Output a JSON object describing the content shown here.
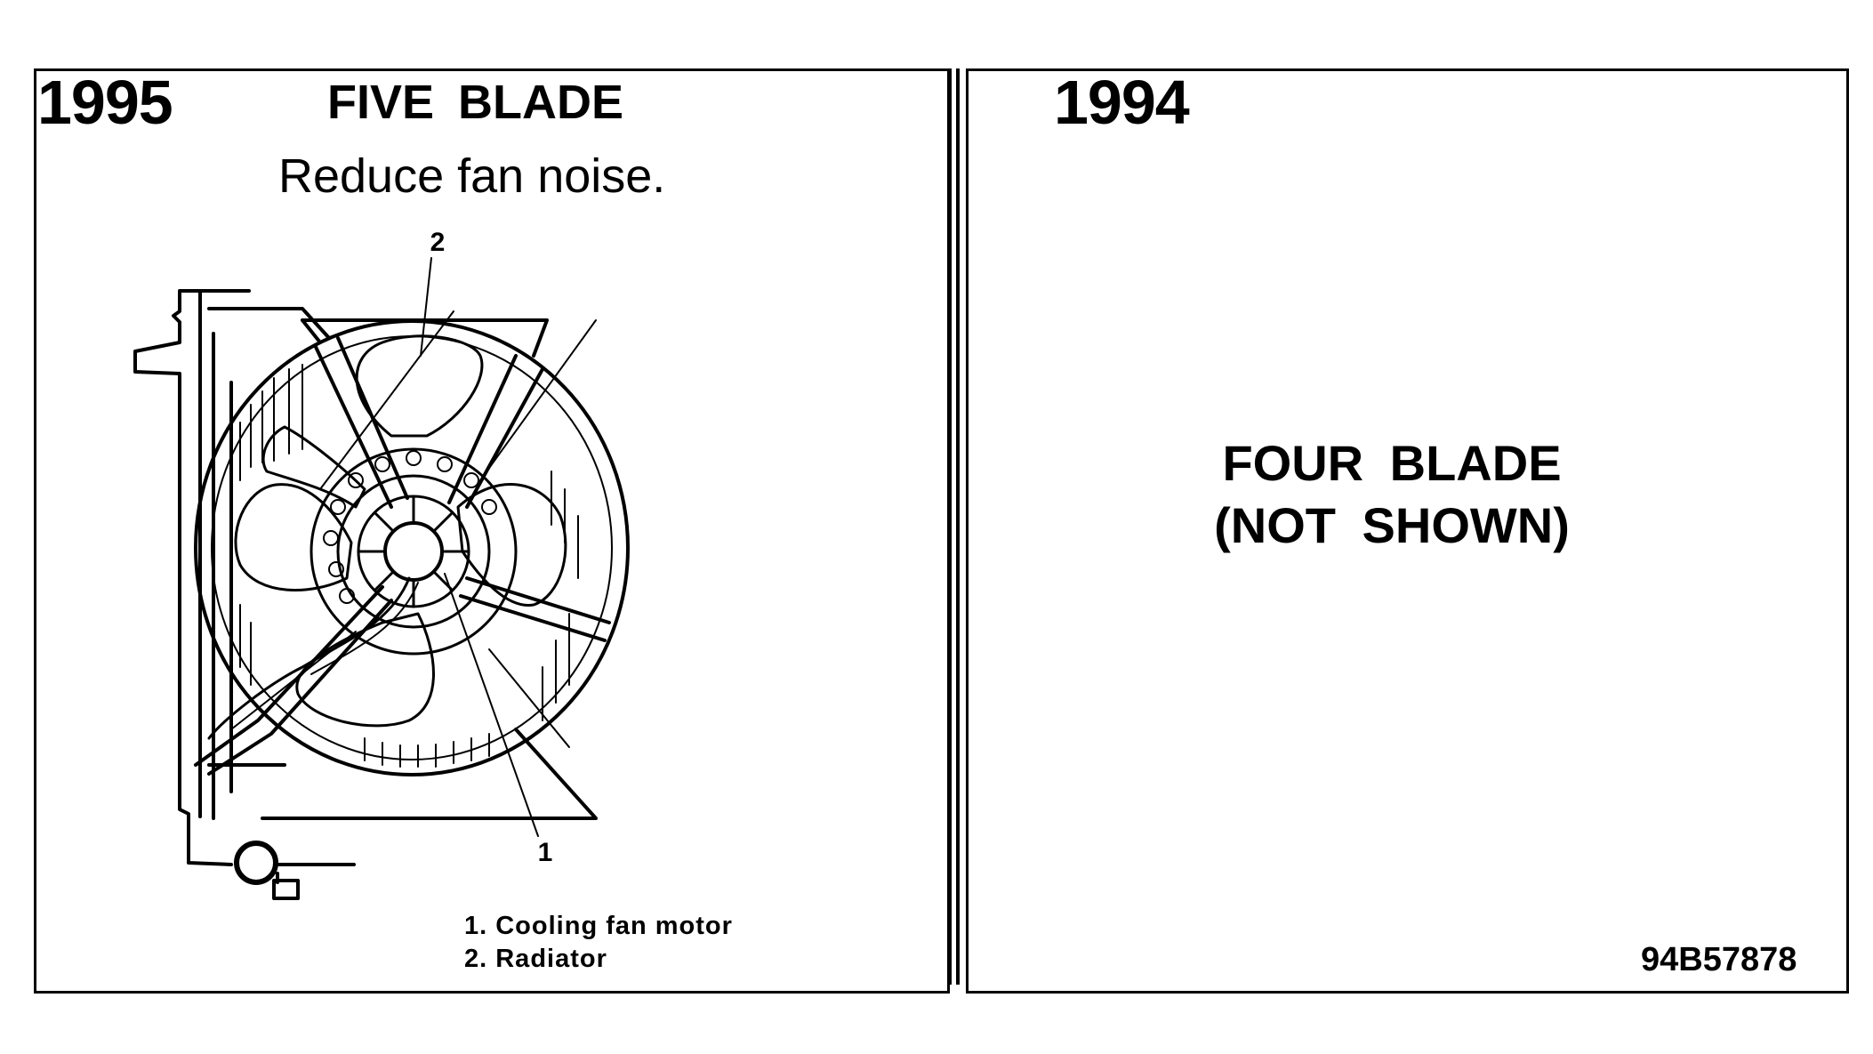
{
  "left_panel": {
    "year": "1995",
    "heading": "FIVE BLADE",
    "subheading": "Reduce fan noise.",
    "callouts": [
      {
        "number": "2"
      },
      {
        "number": "1"
      }
    ],
    "legend": [
      "1. Cooling fan motor",
      "2. Radiator"
    ]
  },
  "right_panel": {
    "year": "1994",
    "note_line1": "FOUR BLADE",
    "note_line2": "(NOT SHOWN)",
    "figure_id": "94B57878"
  },
  "colors": {
    "ink": "#000000",
    "paper": "#ffffff"
  }
}
